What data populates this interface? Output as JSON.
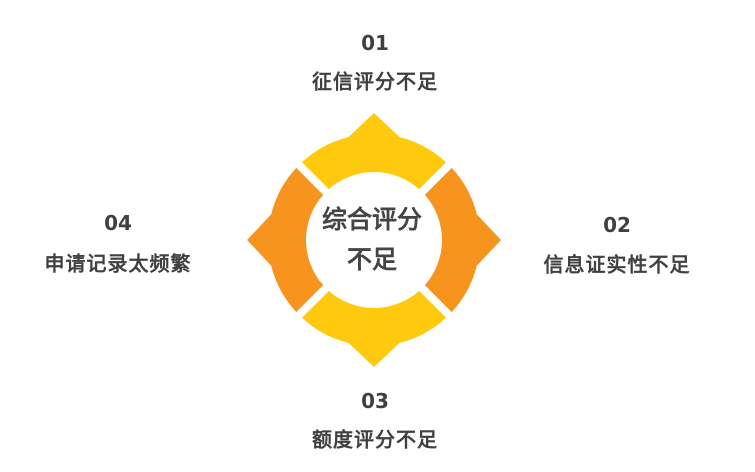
{
  "center": {
    "line1": "综合评分",
    "line2": "不足"
  },
  "items": [
    {
      "number": "01",
      "label": "征信评分不足"
    },
    {
      "number": "02",
      "label": "信息证实性不足"
    },
    {
      "number": "03",
      "label": "额度评分不足"
    },
    {
      "number": "04",
      "label": "申请记录太频繁"
    }
  ],
  "colors": {
    "yellow": "#FFC90E",
    "orange": "#F7941E",
    "text": "#404040"
  }
}
